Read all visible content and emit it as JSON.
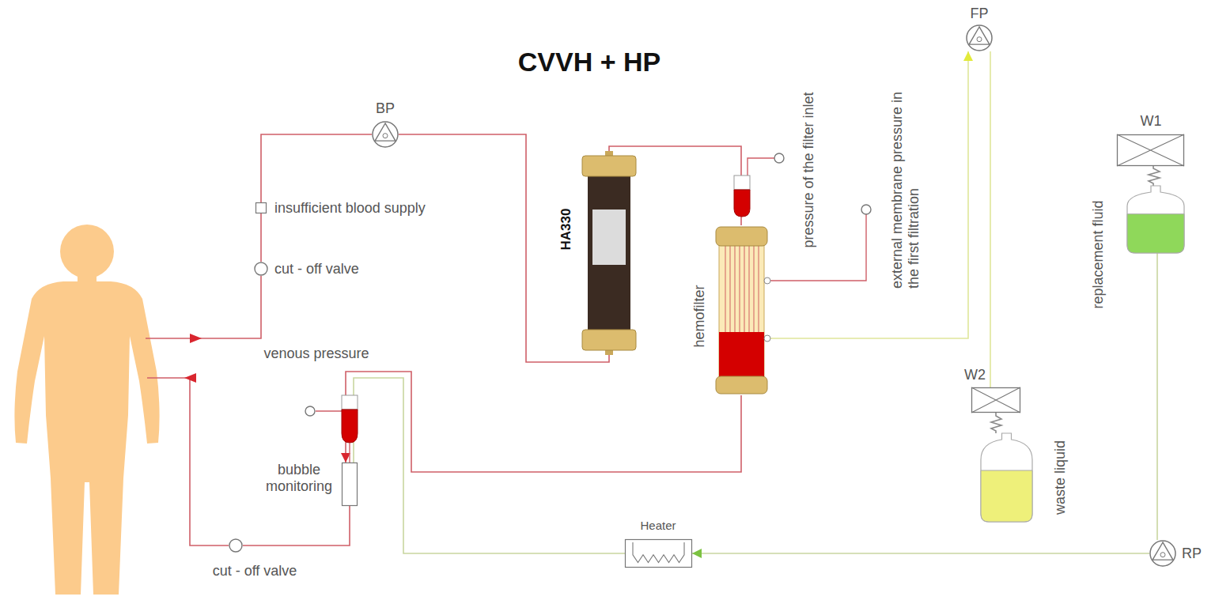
{
  "diagram": {
    "title": "CVVH + HP",
    "nodes": [
      {
        "text": [
          "BP"
        ]
      },
      {
        "text": [
          "insufficient blood supply"
        ]
      },
      {
        "text": [
          "cut - off valve"
        ]
      },
      {
        "text": [
          "HA330"
        ]
      },
      {
        "text": [
          "hemofilter"
        ]
      },
      {
        "text": [
          "FP"
        ]
      },
      {
        "text": [
          "W2"
        ]
      },
      {
        "text": [
          "waste liquid"
        ]
      },
      {
        "text": [
          "W1"
        ]
      },
      {
        "text": [
          "replacement fluid"
        ]
      },
      {
        "text": [
          "RP"
        ]
      },
      {
        "text": [
          "Heater"
        ]
      },
      {
        "text": [
          "venous pressure"
        ]
      },
      {
        "text": [
          "bubble monitoring"
        ]
      },
      {
        "text": [
          "cut - off valve"
        ]
      }
    ],
    "edges": [
      {
        "from": 2,
        "to": 1,
        "arrow": "none"
      },
      {
        "from": 1,
        "to": 0,
        "arrow": "none"
      },
      {
        "from": 0,
        "to": 3,
        "arrow": "none"
      },
      {
        "from": 3,
        "to": 4,
        "arrow": "none"
      },
      {
        "from": 4,
        "to": 13,
        "arrow": "to"
      },
      {
        "from": 13,
        "to": 14,
        "arrow": "none"
      },
      {
        "from": 4,
        "to": 5,
        "arrow": "to"
      },
      {
        "from": 5,
        "to": 6,
        "arrow": "none"
      },
      {
        "from": 6,
        "to": 7,
        "arrow": "none"
      },
      {
        "from": 8,
        "to": 9,
        "arrow": "none"
      },
      {
        "from": 9,
        "to": 10,
        "arrow": "none"
      },
      {
        "from": 10,
        "to": 11,
        "arrow": "to"
      },
      {
        "from": 11,
        "to": 13,
        "arrow": "none"
      }
    ],
    "labels": [
      "pressure of the filter inlet",
      "external membrane pressure in the first filtration"
    ]
  }
}
